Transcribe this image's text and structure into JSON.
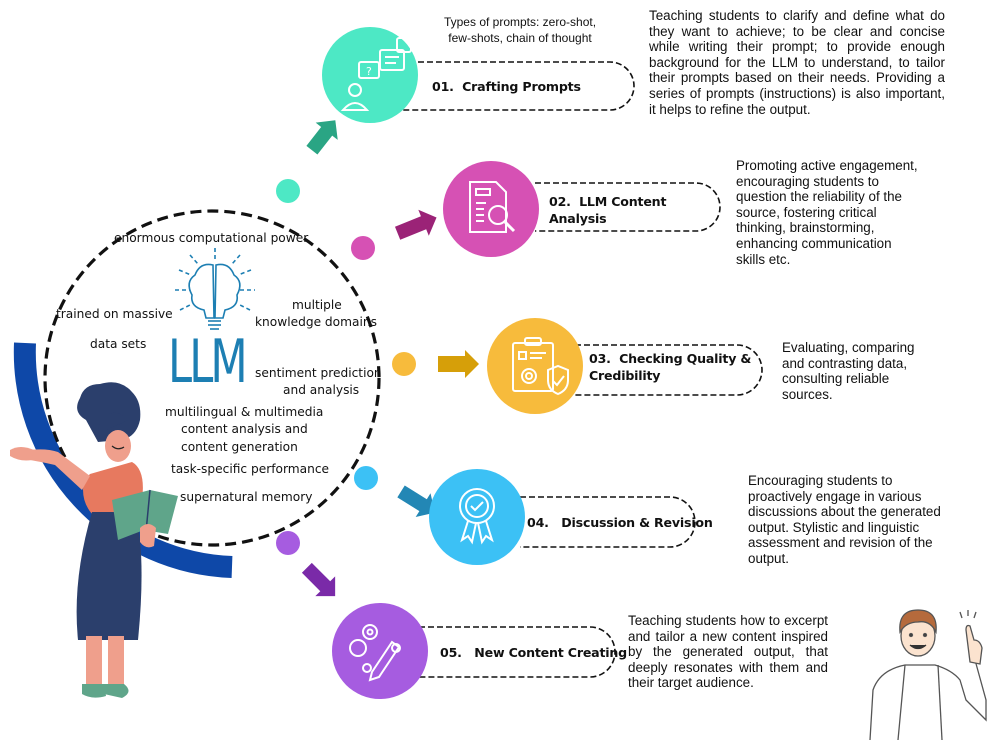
{
  "title": "LLM",
  "colors": {
    "step1": "#4de8c5",
    "step2": "#d651b4",
    "step3": "#f7bb3c",
    "step4": "#3cc1f5",
    "step5": "#a65ce0",
    "arrow1": "#2aa584",
    "arrow2": "#9b2377",
    "arrow3": "#d69f09",
    "arrow4": "#2387b5",
    "arrow5": "#7a2aa8",
    "arc_blue": "#0e48a8",
    "llm_blue": "#1d7fb3"
  },
  "center": {
    "label": "LLM",
    "features": [
      "enormous computational power",
      "trained on massive",
      "data sets",
      "multiple",
      "knowledge domains",
      "sentiment prediction",
      "and analysis",
      "multilingual & multimedia",
      "content analysis and",
      "content generation",
      "task-specific performance",
      "supernatural memory"
    ]
  },
  "prompt_types_note": {
    "line1": "Types of prompts: zero-shot,",
    "line2": "few-shots, chain of thought"
  },
  "steps": [
    {
      "number": "01.",
      "title": "Crafting Prompts",
      "icon": "chat-bubbles-person-icon",
      "description": "Teaching students to clarify and define what do they want to achieve; to be clear and concise while writing their prompt; to provide enough background for the LLM to understand, to tailor their prompts based on their needs. Providing a series of prompts (instructions) is also important, it helps to refine the output."
    },
    {
      "number": "02.",
      "title": "LLM Content",
      "title2": "Analysis",
      "icon": "document-magnifier-icon",
      "description": "Promoting active engagement, encouraging students to question the reliability of the source, fostering critical thinking, brainstorming, enhancing  communication skills etc."
    },
    {
      "number": "03.",
      "title": "Checking Quality &",
      "title2": "Credibility",
      "icon": "clipboard-gear-shield-icon",
      "description": "Evaluating, comparing and contrasting data, consulting reliable sources."
    },
    {
      "number": "04.",
      "title": "Discussion & Revision",
      "icon": "award-badge-icon",
      "description": "Encouraging students to proactively engage in various discussions about the generated output. Stylistic and linguistic assessment and revision of the output."
    },
    {
      "number": "05.",
      "title": "New Content Creating",
      "icon": "gears-pencil-icon",
      "description": "Teaching students how to excerpt and tailor a new content inspired by the generated output, that deeply resonates with them and their target audience."
    }
  ]
}
